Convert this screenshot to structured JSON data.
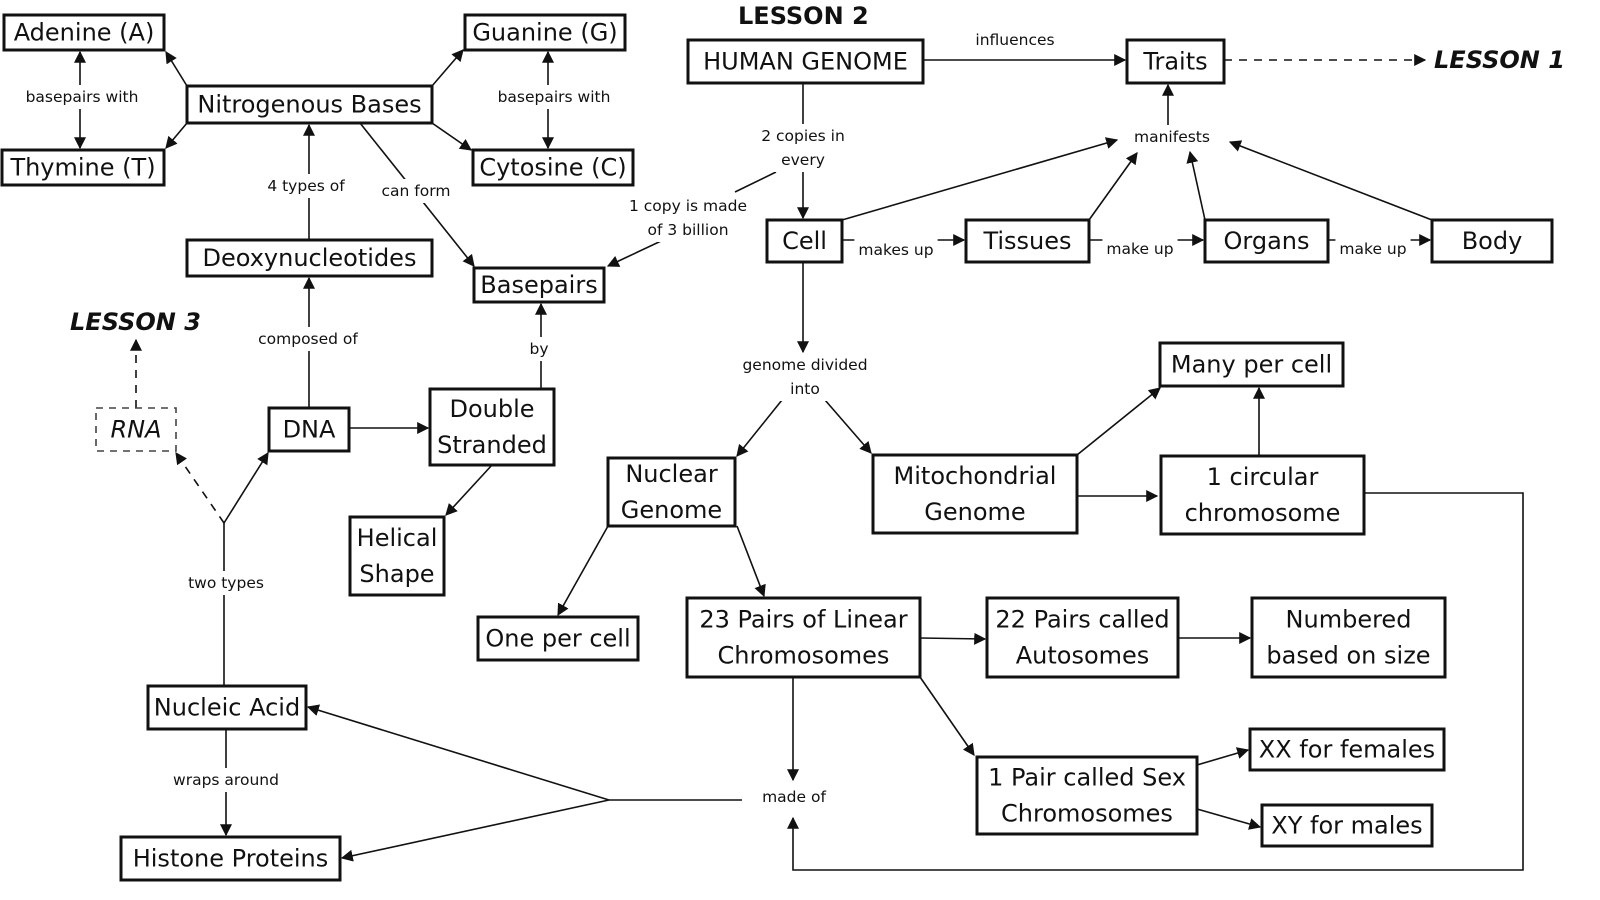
{
  "lessons": {
    "lesson2": "LESSON 2",
    "lesson1": "LESSON 1",
    "lesson3": "LESSON 3"
  },
  "nodes": {
    "adenine": [
      "Adenine (A)"
    ],
    "thymine": [
      "Thymine (T)"
    ],
    "nitrogenous_bases": [
      "Nitrogenous Bases"
    ],
    "guanine": [
      "Guanine (G)"
    ],
    "cytosine": [
      "Cytosine (C)"
    ],
    "human_genome": [
      "HUMAN GENOME"
    ],
    "traits": [
      "Traits"
    ],
    "deoxynucleotides": [
      "Deoxynucleotides"
    ],
    "basepairs": [
      "Basepairs"
    ],
    "cell": [
      "Cell"
    ],
    "tissues": [
      "Tissues"
    ],
    "organs": [
      "Organs"
    ],
    "body": [
      "Body"
    ],
    "rna": [
      "RNA"
    ],
    "dna": [
      "DNA"
    ],
    "double_stranded": [
      "Double",
      "Stranded"
    ],
    "helical_shape": [
      "Helical",
      "Shape"
    ],
    "many_per_cell": [
      "Many per cell"
    ],
    "nuclear_genome": [
      "Nuclear",
      "Genome"
    ],
    "mitochondrial_genome": [
      "Mitochondrial",
      "Genome"
    ],
    "circular_chromosome": [
      "1 circular",
      "chromosome"
    ],
    "one_per_cell": [
      "One per cell"
    ],
    "linear_chromosomes": [
      "23 Pairs of Linear",
      "Chromosomes"
    ],
    "autosomes": [
      "22 Pairs called",
      "Autosomes"
    ],
    "numbered": [
      "Numbered",
      "based on size"
    ],
    "sex_chromosomes": [
      "1 Pair called Sex",
      "Chromosomes"
    ],
    "xx": [
      "XX for females"
    ],
    "xy": [
      "XY for males"
    ],
    "nucleic_acid": [
      "Nucleic Acid"
    ],
    "histone_proteins": [
      "Histone Proteins"
    ]
  },
  "edge_labels": {
    "basepairs_with_at": [
      "basepairs with"
    ],
    "basepairs_with_gc": [
      "basepairs with"
    ],
    "four_types_of": [
      "4 types of"
    ],
    "can_form": [
      "can form"
    ],
    "influences": [
      "influences"
    ],
    "two_copies": [
      "2 copies in",
      "every"
    ],
    "one_copy": [
      "1 copy is made",
      "of 3 billion"
    ],
    "manifests": [
      "manifests"
    ],
    "makes_up": [
      "makes up"
    ],
    "make_up_1": [
      "make up"
    ],
    "make_up_2": [
      "make up"
    ],
    "composed_of": [
      "composed of"
    ],
    "by": [
      "by"
    ],
    "genome_divided": [
      "genome divided",
      "into"
    ],
    "two_types": [
      "two types"
    ],
    "wraps_around": [
      "wraps around"
    ],
    "made_of": [
      "made of"
    ]
  }
}
